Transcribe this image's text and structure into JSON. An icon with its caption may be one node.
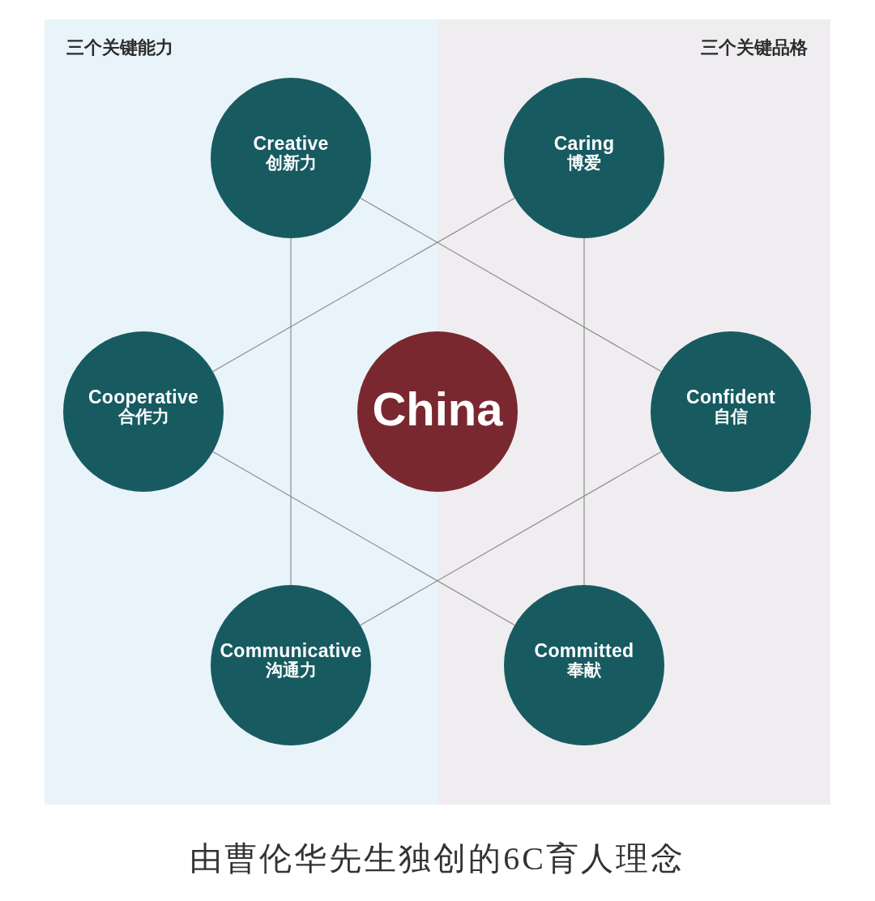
{
  "diagram": {
    "caption": "由曹伦华先生独创的6C育人理念",
    "nodes": [
      {
        "text": [
          "三个关键能力"
        ]
      },
      {
        "text": [
          "三个关键品格"
        ]
      },
      {
        "text": [
          "Creative",
          "创新力"
        ],
        "in": 0
      },
      {
        "text": [
          "Caring",
          "博爱"
        ],
        "in": 1
      },
      {
        "text": [
          "Cooperative",
          "合作力"
        ],
        "in": 0
      },
      {
        "text": [
          "China"
        ]
      },
      {
        "text": [
          "Confident",
          "自信"
        ],
        "in": 1
      },
      {
        "text": [
          "Communicative",
          "沟通力"
        ],
        "in": 0
      },
      {
        "text": [
          "Committed",
          "奉献"
        ],
        "in": 1
      }
    ],
    "edges": [
      {
        "from": 2,
        "to": 6,
        "arrow": "none"
      },
      {
        "from": 2,
        "to": 7,
        "arrow": "none"
      },
      {
        "from": 3,
        "to": 4,
        "arrow": "none"
      },
      {
        "from": 3,
        "to": 8,
        "arrow": "none"
      },
      {
        "from": 4,
        "to": 8,
        "arrow": "none"
      },
      {
        "from": 7,
        "to": 6,
        "arrow": "none"
      }
    ]
  }
}
